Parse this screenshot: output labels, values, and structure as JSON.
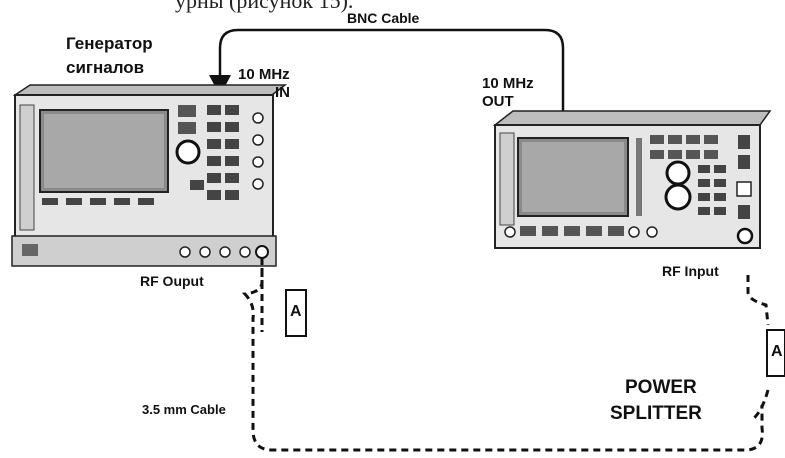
{
  "caption": "урны (рисунок 15).",
  "labels": {
    "bnc_cable": "BNC Cable",
    "generator_line1": "Генератор",
    "generator_line2": "сигналов",
    "ref_in_line1": "10 MHz",
    "ref_in_line2": "IN",
    "ref_out_line1": "10 MHz",
    "ref_out_line2": "OUT",
    "rf_output": "RF Ouput",
    "rf_input": "RF Input",
    "cable_35mm": "3.5 mm Cable",
    "power_splitter_line1": "POWER",
    "power_splitter_line2": "SPLITTER",
    "attenuator_left": "A",
    "attenuator_right": "A"
  }
}
